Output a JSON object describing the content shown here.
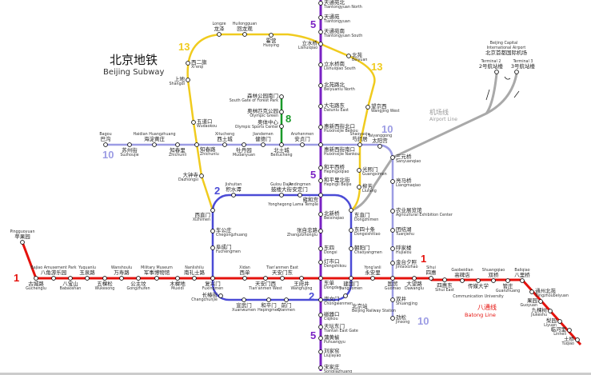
{
  "title": {
    "zh": "北京地铁",
    "en": "Beijing Subway"
  },
  "airport": {
    "en1": "Beijing Capital",
    "en2": "International Airport",
    "zh": "北京首都国际机场"
  },
  "airport_line": {
    "zh": "机场线",
    "en": "Airport Line"
  },
  "batong_line": {
    "zh": "八通线",
    "en": "Batong Line"
  },
  "line_numbers": {
    "l1": "1",
    "l2": "2",
    "l5": "5",
    "l8": "8",
    "l10": "10",
    "l13": "13"
  },
  "colors": {
    "line1": "#e5120d",
    "line2": "#4b4bd6",
    "line5": "#7a22c4",
    "line8": "#1a9a2a",
    "line10": "#9c9ce4",
    "line13": "#f0cb1e",
    "airport": "#a9a9a9"
  },
  "stations": [
    {
      "zh": "天通苑北",
      "en": "Tiantongyuan North"
    },
    {
      "zh": "天通苑",
      "en": "Tiantongyuan"
    },
    {
      "zh": "天通苑南",
      "en": "Tiantongyuan South"
    },
    {
      "zh": "立水桥",
      "en": "Lishuiqiao"
    },
    {
      "zh": "立水桥南",
      "en": "Lishuiqiao South"
    },
    {
      "zh": "北苑路北",
      "en": "Beiyuanlu North"
    },
    {
      "zh": "大屯路东",
      "en": "Datunlu East"
    },
    {
      "zh": "惠新西街北口",
      "en": "Huixinxijie Beikou"
    },
    {
      "zh": "惠新西街南口",
      "en": "Huixinxijie Nankou"
    },
    {
      "zh": "和平西桥",
      "en": "Hepingxiqiao"
    },
    {
      "zh": "和平里北街",
      "en": "Hepingli Beijie"
    },
    {
      "zh": "雍和宫",
      "en": "Yonghegong Lama Temple"
    },
    {
      "zh": "北新桥",
      "en": "Beixinqiao"
    },
    {
      "zh": "张自忠路",
      "en": "Zhangzizhonglu"
    },
    {
      "zh": "东四",
      "en": "Dongsi"
    },
    {
      "zh": "灯市口",
      "en": "Dengshikou"
    },
    {
      "zh": "东单",
      "en": "Dongdan"
    },
    {
      "zh": "崇文门",
      "en": "Chongwenmen"
    },
    {
      "zh": "磁器口",
      "en": "Ciqikou"
    },
    {
      "zh": "天坛东门",
      "en": "Tiantan East Gate"
    },
    {
      "zh": "蒲黄榆",
      "en": "Puhuangyu"
    },
    {
      "zh": "刘家窑",
      "en": "Liujiayao"
    },
    {
      "zh": "宋家庄",
      "en": "Songjiazhuang"
    },
    {
      "zh": "苹果园",
      "en": "Pingguoyuan"
    },
    {
      "zh": "古城路",
      "en": "Guchenglu"
    },
    {
      "zh": "八角游乐园",
      "en": "Bajiao Amusement Park"
    },
    {
      "zh": "八宝山",
      "en": "Babaoshan"
    },
    {
      "zh": "玉泉路",
      "en": "Yuquanlu"
    },
    {
      "zh": "五棵松",
      "en": "Wukesong"
    },
    {
      "zh": "万寿路",
      "en": "Wanshoulu"
    },
    {
      "zh": "公主坟",
      "en": "Gongzhufen"
    },
    {
      "zh": "军事博物馆",
      "en": "Military Museum"
    },
    {
      "zh": "木樨地",
      "en": "Muxidi"
    },
    {
      "zh": "南礼士路",
      "en": "Nanlishilu"
    },
    {
      "zh": "复兴门",
      "en": "Fuxingmen"
    },
    {
      "zh": "西单",
      "en": "Xidan"
    },
    {
      "zh": "天安门西",
      "en": "Tian'anmen West"
    },
    {
      "zh": "天安门东",
      "en": "Tian'anmen East"
    },
    {
      "zh": "王府井",
      "en": "Wangfujing"
    },
    {
      "zh": "建国门",
      "en": "Jianguomen"
    },
    {
      "zh": "永安里",
      "en": "Yong'anli"
    },
    {
      "zh": "国贸",
      "en": "Guomao"
    },
    {
      "zh": "大望路",
      "en": "Dawanglu"
    },
    {
      "zh": "四惠",
      "en": "Sihui"
    },
    {
      "zh": "四惠东",
      "en": "Sihui East"
    },
    {
      "zh": "高碑店",
      "en": "Gaobeidian"
    },
    {
      "zh": "传媒大学",
      "en": "Communication University"
    },
    {
      "zh": "双桥",
      "en": "Shuangqiao"
    },
    {
      "zh": "管庄",
      "en": "Guanzhuang"
    },
    {
      "zh": "八里桥",
      "en": "Baliqiao"
    },
    {
      "zh": "通州北苑",
      "en": "Tongzhoubeiyuan"
    },
    {
      "zh": "果园",
      "en": "Guoyuan"
    },
    {
      "zh": "九棵树",
      "en": "Jiukeshu"
    },
    {
      "zh": "梨园",
      "en": "Liyuan"
    },
    {
      "zh": "临河里",
      "en": "Linheli"
    },
    {
      "zh": "土桥",
      "en": "Tuqiao"
    },
    {
      "zh": "西直门",
      "en": "Xizhimen"
    },
    {
      "zh": "积水潭",
      "en": "Jishuitan"
    },
    {
      "zh": "鼓楼大街",
      "en": "Gulou Dajie"
    },
    {
      "zh": "安定门",
      "en": "Andingmen"
    },
    {
      "zh": "东直门",
      "en": "Dongzhimen"
    },
    {
      "zh": "东四十条",
      "en": "Dongsishitiao"
    },
    {
      "zh": "朝阳门",
      "en": "Chaoyangmen"
    },
    {
      "zh": "北京站",
      "en": "Beijing Railway Station"
    },
    {
      "zh": "前门",
      "en": "Qianmen"
    },
    {
      "zh": "和平门",
      "en": "Hepingmen"
    },
    {
      "zh": "宣武门",
      "en": "Xuanwumen"
    },
    {
      "zh": "长椿街",
      "en": "Changchunjie"
    },
    {
      "zh": "阜成门",
      "en": "Fuchengmen"
    },
    {
      "zh": "车公庄",
      "en": "Chegongzhuang"
    },
    {
      "zh": "大钟寺",
      "en": "Dazhongsi"
    },
    {
      "zh": "知春路",
      "en": "Zhichunlu"
    },
    {
      "zh": "五道口",
      "en": "Wudaokou"
    },
    {
      "zh": "上地",
      "en": "Shangdi"
    },
    {
      "zh": "西二旗",
      "en": "Xi'erqi"
    },
    {
      "zh": "龙泽",
      "en": "Longze"
    },
    {
      "zh": "回龙观",
      "en": "Huilongguan"
    },
    {
      "zh": "霍营",
      "en": "Huoying"
    },
    {
      "zh": "北苑",
      "en": "Beiyuan"
    },
    {
      "zh": "望京西",
      "en": "Wangjing West"
    },
    {
      "zh": "芍药居",
      "en": "Shaoyaoju"
    },
    {
      "zh": "光熙门",
      "en": "Guangximen"
    },
    {
      "zh": "柳芳",
      "en": "Liufang"
    },
    {
      "zh": "巴沟",
      "en": "Bagou"
    },
    {
      "zh": "苏州街",
      "en": "Suzhoujie"
    },
    {
      "zh": "海淀黄庄",
      "en": "Haidian Huangzhuang"
    },
    {
      "zh": "知春里",
      "en": "Zhichunli"
    },
    {
      "zh": "西土城",
      "en": "Xitucheng"
    },
    {
      "zh": "牡丹园",
      "en": "Mudanyuan"
    },
    {
      "zh": "健德门",
      "en": "Jiandemen"
    },
    {
      "zh": "北土城",
      "en": "Beitucheng"
    },
    {
      "zh": "安贞门",
      "en": "Anzhenmen"
    },
    {
      "zh": "太阳宫",
      "en": "Taiyanggong"
    },
    {
      "zh": "三元桥",
      "en": "Sanyuanqiao"
    },
    {
      "zh": "亮马桥",
      "en": "Liangmaqiao"
    },
    {
      "zh": "农业展览馆",
      "en": "Agricultural Exhibition Center"
    },
    {
      "zh": "团结湖",
      "en": "Tuanjiehu"
    },
    {
      "zh": "呼家楼",
      "en": "Hujialou"
    },
    {
      "zh": "金台夕照",
      "en": "Jintaixizhao"
    },
    {
      "zh": "双井",
      "en": "Shuangjing"
    },
    {
      "zh": "劲松",
      "en": "Jinsong"
    },
    {
      "zh": "森林公园南门",
      "en": "South Gate of Forest Park"
    },
    {
      "zh": "奥林匹克公园",
      "en": "Olympic Green"
    },
    {
      "zh": "奥体中心",
      "en": "Olympic Sports Center"
    },
    {
      "zh": "2号航站楼",
      "en": "Terminal 2"
    },
    {
      "zh": "3号航站楼",
      "en": "Terminal 3"
    }
  ]
}
